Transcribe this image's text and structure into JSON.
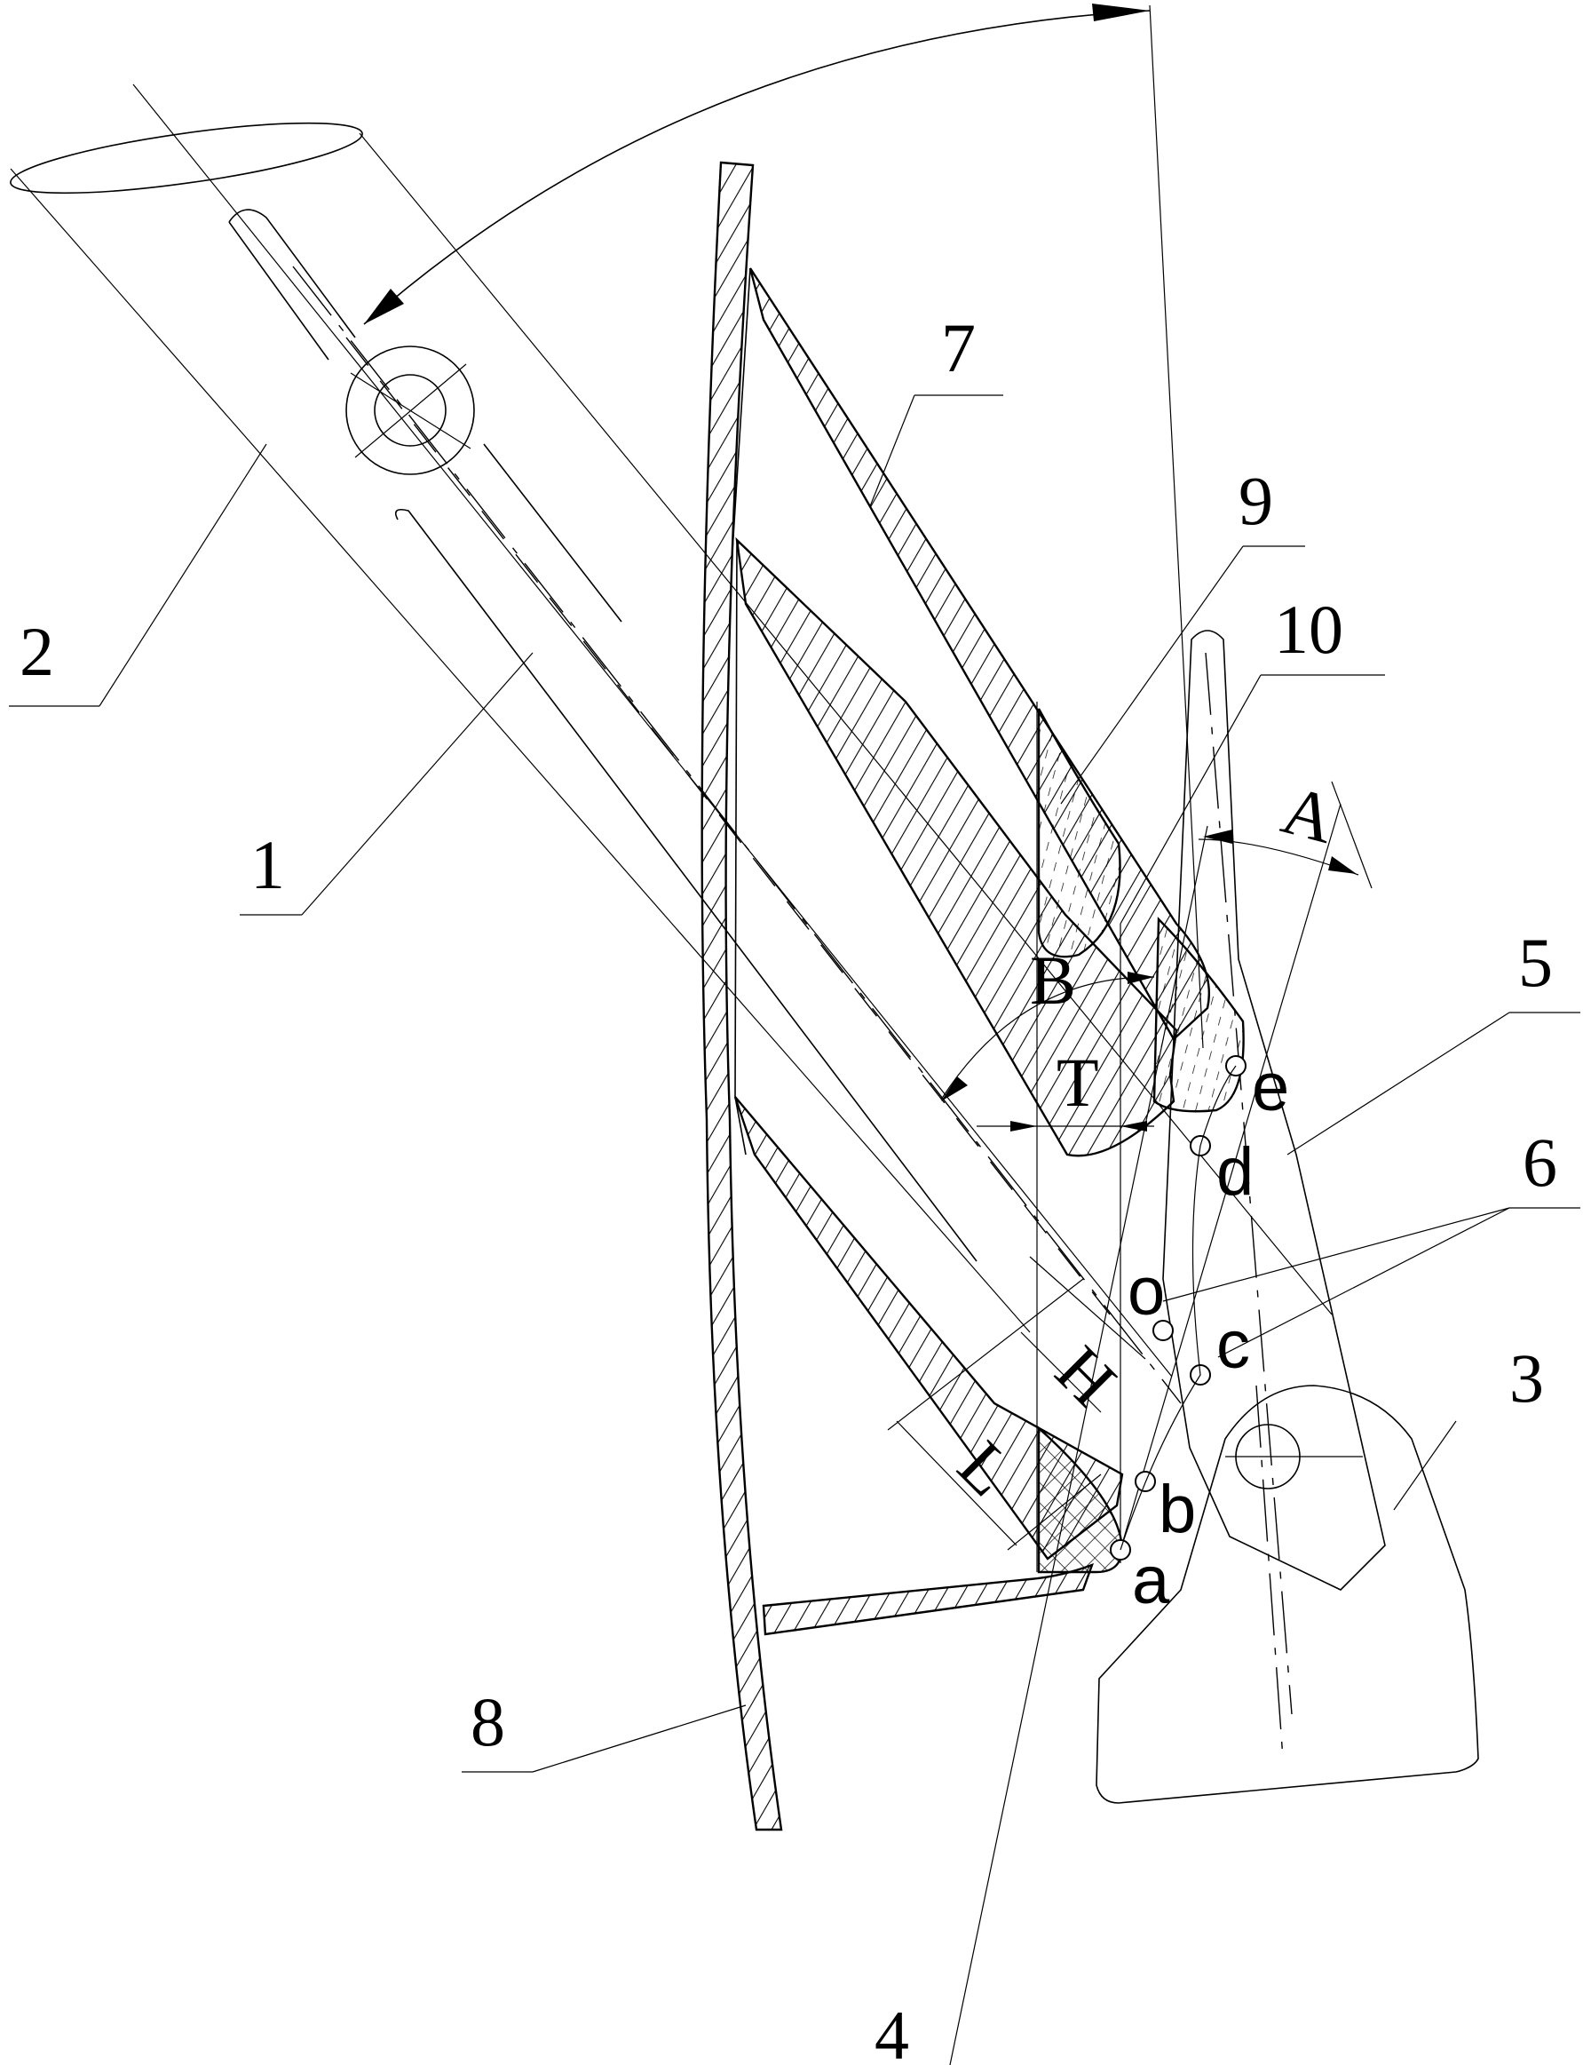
{
  "labels": {
    "part_1": "1",
    "part_2": "2",
    "part_3": "3",
    "part_4": "4",
    "part_5": "5",
    "part_6": "6",
    "part_7": "7",
    "part_8": "8",
    "part_9": "9",
    "part_10": "10"
  },
  "dimensions": {
    "angle_a": "A",
    "angle_b": "B",
    "width_t": "T",
    "height_h": "H",
    "length_l": "L"
  },
  "points": {
    "a": "a",
    "b": "b",
    "c": "c",
    "d": "d",
    "e": "e",
    "o": "o"
  }
}
